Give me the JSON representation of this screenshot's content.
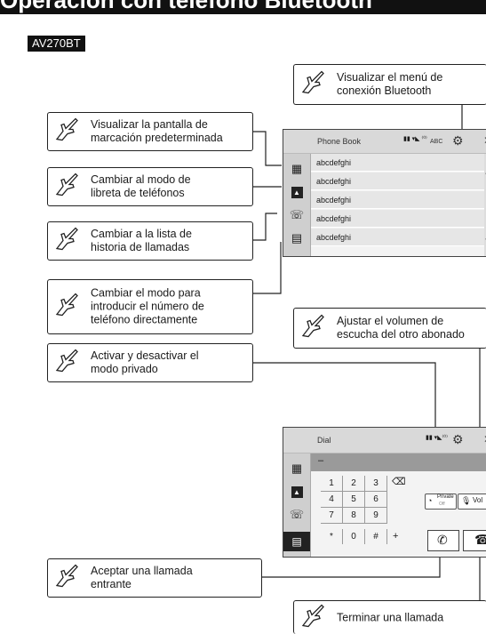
{
  "header": {
    "title": "Operación con teléfono Bluetooth"
  },
  "model": "AV270BT",
  "callouts": {
    "bluetooth_menu": [
      "Visualizar el menú de",
      "conexión Bluetooth"
    ],
    "dial_screen": [
      "Visualizar la pantalla de",
      "marcación predeterminada"
    ],
    "phonebook": [
      "Cambiar al modo de",
      "libreta de teléfonos"
    ],
    "history": [
      "Cambiar a la lista de",
      "historia de llamadas"
    ],
    "direct_number": [
      "Cambiar el modo para",
      "introducir el número de",
      "teléfono directamente"
    ],
    "volume": [
      "Ajustar el volumen de",
      "escucha del otro abonado"
    ],
    "private": [
      "Activar y desactivar el",
      "modo privado"
    ],
    "accept": [
      "Aceptar una llamada",
      "entrante"
    ],
    "end": [
      "Terminar una llamada"
    ]
  },
  "phonebook_screen": {
    "title": "Phone Book",
    "abc": "ABC",
    "rows": [
      "abcdefghi",
      "abcdefghi",
      "abcdefghi",
      "abcdefghi",
      "abcdefghi"
    ]
  },
  "dial_screen": {
    "title": "Dial",
    "entry": "–",
    "keys": [
      [
        "1",
        "2",
        "3"
      ],
      [
        "4",
        "5",
        "6"
      ],
      [
        "7",
        "8",
        "9"
      ],
      [
        "*",
        "0",
        "#"
      ]
    ],
    "plus": "+",
    "private_label": "Private",
    "private_state": "Off",
    "vol_label": "Vol"
  }
}
